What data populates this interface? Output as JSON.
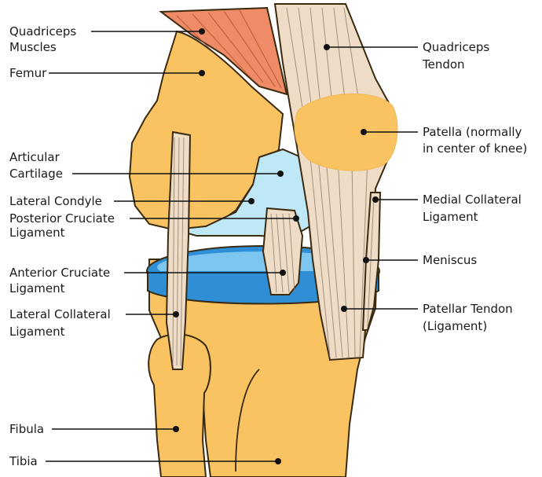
{
  "colors": {
    "bone": "#f9c362",
    "muscle": "#ef8b66",
    "tendon": "#efdcc6",
    "cartilage": "#bfe8f6",
    "meniscus": "#2e8fd6",
    "meniscus_light": "#7cc6f0",
    "outline": "#3a2a10"
  },
  "labels": {
    "quadriceps_muscles_1": "Quadriceps",
    "quadriceps_muscles_2": "Muscles",
    "femur": "Femur",
    "articular_cartilage_1": "Articular",
    "articular_cartilage_2": "Cartilage",
    "lateral_condyle": "Lateral Condyle",
    "posterior_cruciate_1": "Posterior Cruciate",
    "posterior_cruciate_2": "Ligament",
    "anterior_cruciate_1": "Anterior Cruciate",
    "anterior_cruciate_2": "Ligament",
    "lateral_collateral_1": "Lateral Collateral",
    "lateral_collateral_2": "Ligament",
    "fibula": "Fibula",
    "tibia": "Tibia",
    "quadriceps_tendon_1": "Quadriceps",
    "quadriceps_tendon_2": "Tendon",
    "patella_1": "Patella (normally",
    "patella_2": "in center of knee)",
    "medial_collateral_1": "Medial Collateral",
    "medial_collateral_2": "Ligament",
    "meniscus": "Meniscus",
    "patellar_tendon_1": "Patellar Tendon",
    "patellar_tendon_2": "(Ligament)"
  }
}
